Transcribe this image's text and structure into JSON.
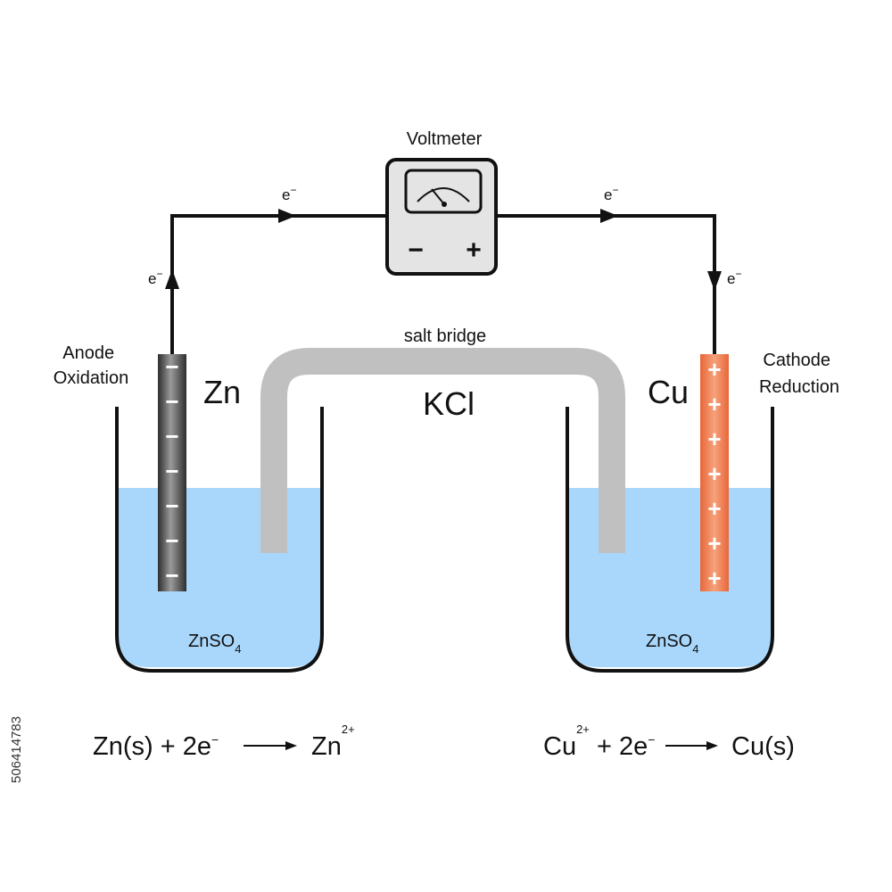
{
  "voltmeter": {
    "label": "Voltmeter",
    "minus": "−",
    "plus": "+"
  },
  "electrons": {
    "symbol": "e",
    "sup": "−"
  },
  "anode": {
    "title_line1": "Anode",
    "title_line2": "Oxidation",
    "metal": "Zn",
    "electrolyte_main": "ZnSO",
    "electrolyte_sub": "4",
    "electrode_sign": "−",
    "electrode_color": "#4a4a4a"
  },
  "cathode": {
    "title_line1": "Cathode",
    "title_line2": "Reduction",
    "metal": "Cu",
    "electrolyte_main": "ZnSO",
    "electrolyte_sub": "4",
    "electrode_sign": "+",
    "electrode_color": "#f08a5d"
  },
  "salt_bridge": {
    "label": "salt bridge",
    "compound": "KCl",
    "color": "#c0c0c0"
  },
  "solution_color": "#a9d7fb",
  "equations": {
    "left": {
      "a": "Zn(s) + 2e",
      "a_sup": "−",
      "b": "Zn",
      "b_sup": "2+"
    },
    "right": {
      "a": "Cu",
      "a_sup": "2+",
      "a2": " + 2e",
      "a2_sup": "−",
      "b": "Cu(s)"
    }
  },
  "stock_id": "506414783"
}
